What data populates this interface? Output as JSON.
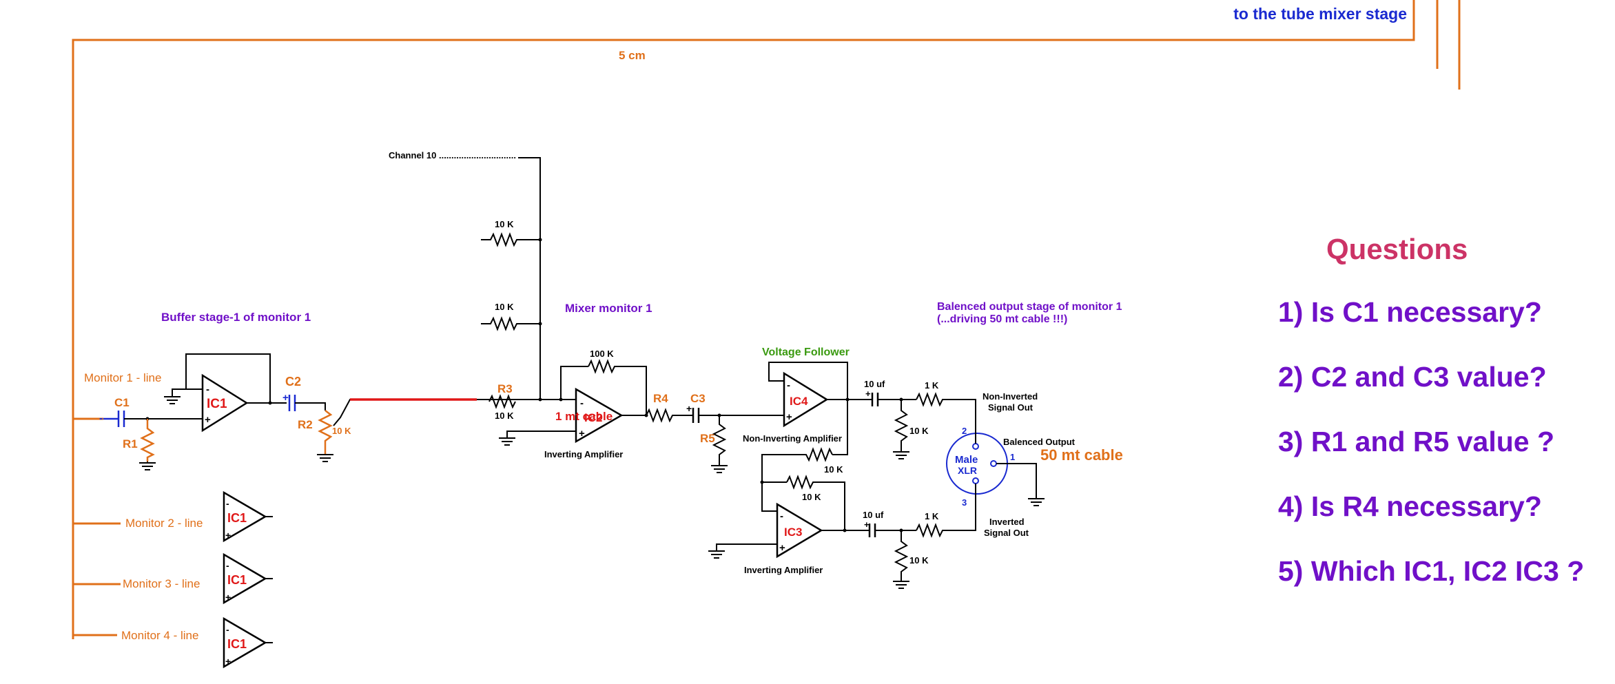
{
  "header": {
    "to_mixer": "to the tube mixer stage",
    "distance": "5 cm"
  },
  "inputs": {
    "monitor1": "Monitor 1 - line",
    "monitor2": "Monitor 2 - line",
    "monitor3": "Monitor 3 - line",
    "monitor4": "Monitor 4 - line"
  },
  "buffer": {
    "title": "Buffer stage-1 of monitor 1",
    "c1": "C1",
    "r1": "R1",
    "ic1": "IC1",
    "c2": "C2",
    "r2": "R2",
    "r2_value": "10 K",
    "minus": "-",
    "plus": "+"
  },
  "mixer": {
    "title": "Mixer monitor 1",
    "channel10": "Channel 10 ...............................",
    "res_a": "10 K",
    "res_b": "10 K",
    "r3": "R3",
    "r3_value": "10 K",
    "feedback": "100 K",
    "ic2": "IC2",
    "cable_note": "1 mt cable",
    "amp_label": "Inverting Amplifier",
    "r4": "R4",
    "c3": "C3",
    "r5": "R5"
  },
  "balanced": {
    "title_line1": "Balenced output stage of monitor 1",
    "title_line2": "(...driving 50 mt cable !!!)",
    "voltage_follower": "Voltage Follower",
    "ic4": "IC4",
    "ic4_label": "Non-Inverting Amplifier",
    "res_10k_a": "10 K",
    "res_10k_b": "10 K",
    "ic3": "IC3",
    "ic3_label": "Inverting Amplifier",
    "cap_top": "10 uf",
    "cap_bottom": "10 uf",
    "r_top": "1 K",
    "r_bottom": "1 K",
    "r_gnd_top": "10 K",
    "r_gnd_bottom": "10 K",
    "non_inv_line1": "Non-Inverted",
    "non_inv_line2": "Signal Out",
    "inv_line1": "Inverted",
    "inv_line2": "Signal Out",
    "bal_out": "Balenced Output",
    "xlr_line1": "Male",
    "xlr_line2": "XLR",
    "pin1": "1",
    "pin2": "2",
    "pin3": "3",
    "cable": "50 mt cable"
  },
  "questions": {
    "title": "Questions",
    "items": [
      "1) Is C1 necessary?",
      "2) C2 and C3 value?",
      "3) R1 and R5 value ?",
      "4) Is R4 necessary?",
      "5) Which IC1, IC2 IC3 ?"
    ]
  },
  "colors": {
    "orange": "#e0701a",
    "blue": "#1a2ad0",
    "purple": "#7010c8",
    "red": "#e01818",
    "green": "#3a9a10",
    "questions_title": "#cc3366"
  }
}
